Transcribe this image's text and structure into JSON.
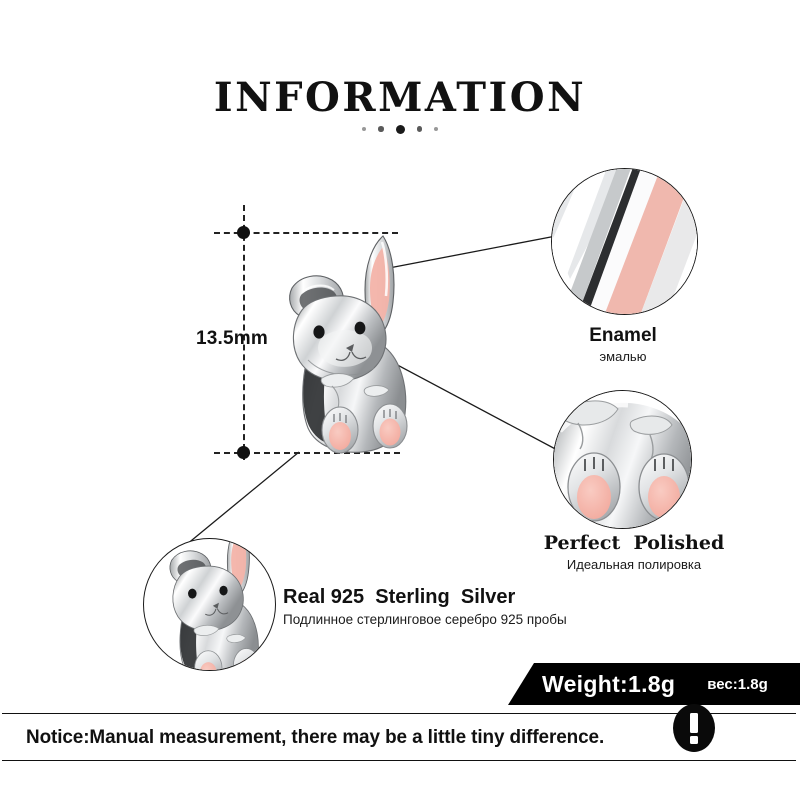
{
  "header": {
    "title": "INFORMATION",
    "dot_count": 5
  },
  "dimension": {
    "label": "13.5mm"
  },
  "callouts": [
    {
      "id": "enamel",
      "title": "Enamel",
      "subtitle": "эмалью",
      "detail": "macro view of bunny ear showing pink enamel stripe between polished silver bands"
    },
    {
      "id": "polished",
      "title": "Perfect  Polished",
      "subtitle": "Идеальная полировка",
      "detail": "macro view of bunny feet with pink enamel paw pads"
    },
    {
      "id": "silver",
      "title": "Real 925  Sterling  Silver",
      "subtitle": "Подлинное стерлинговое серебро 925 пробы",
      "detail": "full view of the silver bunny charm"
    }
  ],
  "weight": {
    "main": "Weight:1.8g",
    "ru": "вес:1.8g"
  },
  "notice": {
    "text": "Notice:Manual measurement, there may be a little tiny difference.",
    "icon": "exclamation-badge"
  },
  "colors": {
    "enamel_pink": "#f5b2a8",
    "enamel_pink_light": "#f8cdc4",
    "silver_light": "#fdfdfd",
    "silver_mid": "#c9cbcd",
    "silver_dark": "#8d9093",
    "outline": "#1a1a1a",
    "banner_bg": "#000000"
  },
  "product": {
    "name": "sitting bunny charm",
    "material": "sterling silver with pink enamel"
  }
}
